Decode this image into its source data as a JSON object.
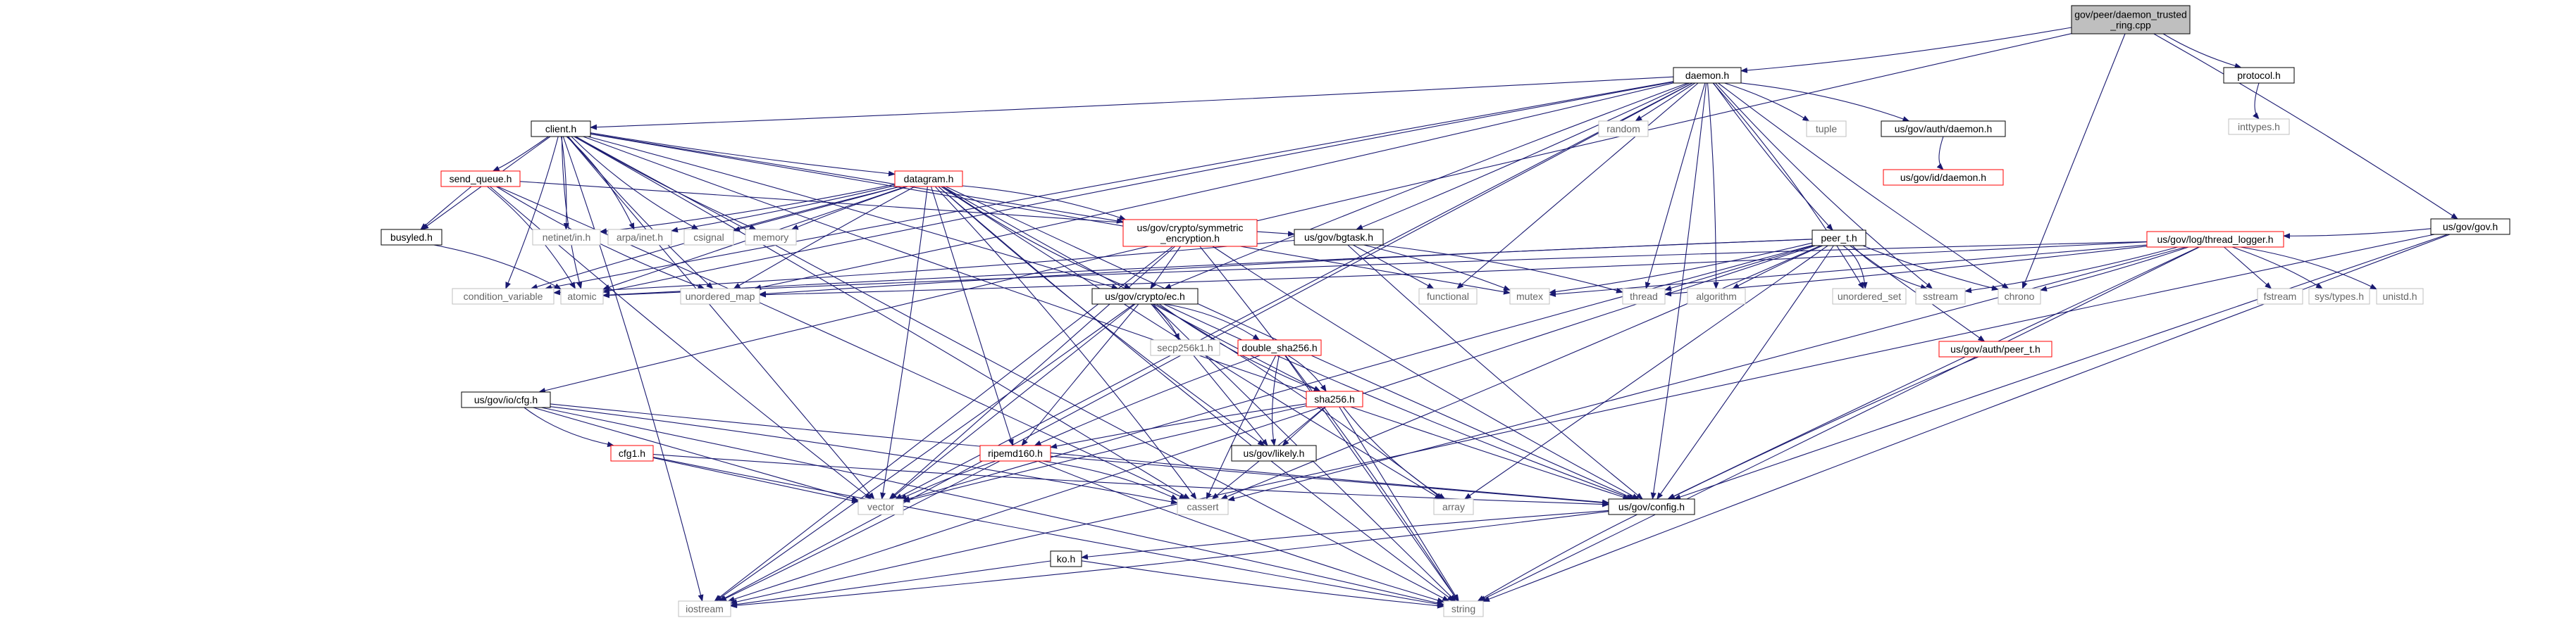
{
  "diagram": {
    "nodes": [
      {
        "id": "root",
        "label": "gov/peer/daemon_trusted\n_ring.cpp",
        "kind": "root"
      },
      {
        "id": "daemon_h",
        "label": "daemon.h",
        "kind": "documented"
      },
      {
        "id": "protocol_h",
        "label": "protocol.h",
        "kind": "documented"
      },
      {
        "id": "inttypes_h",
        "label": "inttypes.h",
        "kind": "system"
      },
      {
        "id": "client_h",
        "label": "client.h",
        "kind": "documented"
      },
      {
        "id": "random",
        "label": "random",
        "kind": "system"
      },
      {
        "id": "tuple",
        "label": "tuple",
        "kind": "system"
      },
      {
        "id": "us_gov_auth_daemon_h",
        "label": "us/gov/auth/daemon.h",
        "kind": "documented"
      },
      {
        "id": "us_gov_id_daemon_h",
        "label": "us/gov/id/daemon.h",
        "kind": "truncated"
      },
      {
        "id": "us_gov_gov_h",
        "label": "us/gov/gov.h",
        "kind": "documented"
      },
      {
        "id": "send_queue_h",
        "label": "send_queue.h",
        "kind": "truncated"
      },
      {
        "id": "datagram_h",
        "label": "datagram.h",
        "kind": "truncated"
      },
      {
        "id": "busyled_h",
        "label": "busyled.h",
        "kind": "documented"
      },
      {
        "id": "netinet_in_h",
        "label": "netinet/in.h",
        "kind": "system"
      },
      {
        "id": "arpa_inet_h",
        "label": "arpa/inet.h",
        "kind": "system"
      },
      {
        "id": "csignal",
        "label": "csignal",
        "kind": "system"
      },
      {
        "id": "memory",
        "label": "memory",
        "kind": "system"
      },
      {
        "id": "sym_enc_h",
        "label": "us/gov/crypto/symmetric\n_encryption.h",
        "kind": "truncated"
      },
      {
        "id": "bgtask_h",
        "label": "us/gov/bgtask.h",
        "kind": "documented"
      },
      {
        "id": "peer_t_h",
        "label": "peer_t.h",
        "kind": "documented"
      },
      {
        "id": "thread_logger_h",
        "label": "us/gov/log/thread_logger.h",
        "kind": "truncated"
      },
      {
        "id": "condition_variable",
        "label": "condition_variable",
        "kind": "system"
      },
      {
        "id": "atomic",
        "label": "atomic",
        "kind": "system"
      },
      {
        "id": "unordered_map",
        "label": "unordered_map",
        "kind": "system"
      },
      {
        "id": "functional",
        "label": "functional",
        "kind": "system"
      },
      {
        "id": "mutex",
        "label": "mutex",
        "kind": "system"
      },
      {
        "id": "thread",
        "label": "thread",
        "kind": "system"
      },
      {
        "id": "algorithm",
        "label": "algorithm",
        "kind": "system"
      },
      {
        "id": "unordered_set",
        "label": "unordered_set",
        "kind": "system"
      },
      {
        "id": "sstream",
        "label": "sstream",
        "kind": "system"
      },
      {
        "id": "chrono",
        "label": "chrono",
        "kind": "system"
      },
      {
        "id": "fstream",
        "label": "fstream",
        "kind": "system"
      },
      {
        "id": "sys_types_h",
        "label": "sys/types.h",
        "kind": "system"
      },
      {
        "id": "unistd_h",
        "label": "unistd.h",
        "kind": "system"
      },
      {
        "id": "ec_h",
        "label": "us/gov/crypto/ec.h",
        "kind": "documented"
      },
      {
        "id": "secp256k1_h",
        "label": "secp256k1.h",
        "kind": "system"
      },
      {
        "id": "double_sha256_h",
        "label": "double_sha256.h",
        "kind": "truncated"
      },
      {
        "id": "us_gov_auth_peer_t_h",
        "label": "us/gov/auth/peer_t.h",
        "kind": "truncated"
      },
      {
        "id": "sha256_h",
        "label": "sha256.h",
        "kind": "truncated"
      },
      {
        "id": "us_gov_io_cfg_h",
        "label": "us/gov/io/cfg.h",
        "kind": "documented"
      },
      {
        "id": "cfg1_h",
        "label": "cfg1.h",
        "kind": "truncated"
      },
      {
        "id": "ripemd160_h",
        "label": "ripemd160.h",
        "kind": "truncated"
      },
      {
        "id": "us_gov_likely_h",
        "label": "us/gov/likely.h",
        "kind": "documented"
      },
      {
        "id": "vector",
        "label": "vector",
        "kind": "system"
      },
      {
        "id": "cassert",
        "label": "cassert",
        "kind": "system"
      },
      {
        "id": "array",
        "label": "array",
        "kind": "system"
      },
      {
        "id": "us_gov_config_h",
        "label": "us/gov/config.h",
        "kind": "documented"
      },
      {
        "id": "ko_h",
        "label": "ko.h",
        "kind": "documented"
      },
      {
        "id": "iostream",
        "label": "iostream",
        "kind": "system"
      },
      {
        "id": "string",
        "label": "string",
        "kind": "system"
      }
    ],
    "edges": [
      [
        "root",
        "daemon_h"
      ],
      [
        "root",
        "protocol_h"
      ],
      [
        "root",
        "chrono"
      ],
      [
        "root",
        "us_gov_gov_h"
      ],
      [
        "root",
        "us_gov_io_cfg_h"
      ],
      [
        "protocol_h",
        "inttypes_h"
      ],
      [
        "daemon_h",
        "client_h"
      ],
      [
        "daemon_h",
        "random"
      ],
      [
        "daemon_h",
        "tuple"
      ],
      [
        "daemon_h",
        "us_gov_auth_daemon_h"
      ],
      [
        "daemon_h",
        "bgtask_h"
      ],
      [
        "daemon_h",
        "peer_t_h"
      ],
      [
        "daemon_h",
        "iostream"
      ],
      [
        "daemon_h",
        "condition_variable"
      ],
      [
        "daemon_h",
        "atomic"
      ],
      [
        "daemon_h",
        "unordered_map"
      ],
      [
        "daemon_h",
        "functional"
      ],
      [
        "daemon_h",
        "thread"
      ],
      [
        "daemon_h",
        "algorithm"
      ],
      [
        "daemon_h",
        "unordered_set"
      ],
      [
        "daemon_h",
        "sstream"
      ],
      [
        "daemon_h",
        "chrono"
      ],
      [
        "daemon_h",
        "vector"
      ],
      [
        "daemon_h",
        "us_gov_config_h"
      ],
      [
        "daemon_h",
        "ec_h"
      ],
      [
        "us_gov_auth_daemon_h",
        "us_gov_id_daemon_h"
      ],
      [
        "us_gov_gov_h",
        "thread_logger_h"
      ],
      [
        "us_gov_gov_h",
        "us_gov_config_h"
      ],
      [
        "us_gov_gov_h",
        "string"
      ],
      [
        "us_gov_gov_h",
        "iostream"
      ],
      [
        "client_h",
        "send_queue_h"
      ],
      [
        "client_h",
        "datagram_h"
      ],
      [
        "client_h",
        "busyled_h"
      ],
      [
        "client_h",
        "netinet_in_h"
      ],
      [
        "client_h",
        "arpa_inet_h"
      ],
      [
        "client_h",
        "csignal"
      ],
      [
        "client_h",
        "memory"
      ],
      [
        "client_h",
        "sym_enc_h"
      ],
      [
        "client_h",
        "ec_h"
      ],
      [
        "client_h",
        "condition_variable"
      ],
      [
        "client_h",
        "atomic"
      ],
      [
        "client_h",
        "unordered_map"
      ],
      [
        "client_h",
        "vector"
      ],
      [
        "client_h",
        "cassert"
      ],
      [
        "client_h",
        "iostream"
      ],
      [
        "client_h",
        "us_gov_config_h"
      ],
      [
        "client_h",
        "string"
      ],
      [
        "client_h",
        "mutex"
      ],
      [
        "send_queue_h",
        "busyled_h"
      ],
      [
        "send_queue_h",
        "atomic"
      ],
      [
        "send_queue_h",
        "unordered_map"
      ],
      [
        "send_queue_h",
        "vector"
      ],
      [
        "send_queue_h",
        "bgtask_h"
      ],
      [
        "send_queue_h",
        "cassert"
      ],
      [
        "busyled_h",
        "atomic"
      ],
      [
        "datagram_h",
        "netinet_in_h"
      ],
      [
        "datagram_h",
        "arpa_inet_h"
      ],
      [
        "datagram_h",
        "csignal"
      ],
      [
        "datagram_h",
        "memory"
      ],
      [
        "datagram_h",
        "sym_enc_h"
      ],
      [
        "datagram_h",
        "ec_h"
      ],
      [
        "datagram_h",
        "sha256_h"
      ],
      [
        "datagram_h",
        "ripemd160_h"
      ],
      [
        "datagram_h",
        "vector"
      ],
      [
        "datagram_h",
        "cassert"
      ],
      [
        "datagram_h",
        "string"
      ],
      [
        "datagram_h",
        "us_gov_config_h"
      ],
      [
        "datagram_h",
        "atomic"
      ],
      [
        "datagram_h",
        "unordered_map"
      ],
      [
        "datagram_h",
        "condition_variable"
      ],
      [
        "datagram_h",
        "us_gov_likely_h"
      ],
      [
        "datagram_h",
        "array"
      ],
      [
        "sym_enc_h",
        "ec_h"
      ],
      [
        "sym_enc_h",
        "iostream"
      ],
      [
        "sym_enc_h",
        "string"
      ],
      [
        "sym_enc_h",
        "us_gov_config_h"
      ],
      [
        "sym_enc_h",
        "vector"
      ],
      [
        "bgtask_h",
        "functional"
      ],
      [
        "bgtask_h",
        "mutex"
      ],
      [
        "bgtask_h",
        "thread"
      ],
      [
        "bgtask_h",
        "condition_variable"
      ],
      [
        "bgtask_h",
        "us_gov_config_h"
      ],
      [
        "peer_t_h",
        "thread"
      ],
      [
        "peer_t_h",
        "algorithm"
      ],
      [
        "peer_t_h",
        "unordered_set"
      ],
      [
        "peer_t_h",
        "sstream"
      ],
      [
        "peer_t_h",
        "chrono"
      ],
      [
        "peer_t_h",
        "us_gov_auth_peer_t_h"
      ],
      [
        "peer_t_h",
        "us_gov_config_h"
      ],
      [
        "peer_t_h",
        "vector"
      ],
      [
        "peer_t_h",
        "cassert"
      ],
      [
        "peer_t_h",
        "array"
      ],
      [
        "peer_t_h",
        "iostream"
      ],
      [
        "peer_t_h",
        "atomic"
      ],
      [
        "peer_t_h",
        "unordered_map"
      ],
      [
        "peer_t_h",
        "mutex"
      ],
      [
        "thread_logger_h",
        "chrono"
      ],
      [
        "thread_logger_h",
        "fstream"
      ],
      [
        "thread_logger_h",
        "sys_types_h"
      ],
      [
        "thread_logger_h",
        "unistd_h"
      ],
      [
        "thread_logger_h",
        "sstream"
      ],
      [
        "thread_logger_h",
        "thread"
      ],
      [
        "thread_logger_h",
        "string"
      ],
      [
        "thread_logger_h",
        "us_gov_config_h"
      ],
      [
        "thread_logger_h",
        "atomic"
      ],
      [
        "thread_logger_h",
        "unordered_map"
      ],
      [
        "thread_logger_h",
        "cassert"
      ],
      [
        "thread_logger_h",
        "mutex"
      ],
      [
        "ec_h",
        "secp256k1_h"
      ],
      [
        "ec_h",
        "double_sha256_h"
      ],
      [
        "ec_h",
        "sha256_h"
      ],
      [
        "ec_h",
        "ripemd160_h"
      ],
      [
        "ec_h",
        "us_gov_likely_h"
      ],
      [
        "ec_h",
        "vector"
      ],
      [
        "ec_h",
        "array"
      ],
      [
        "ec_h",
        "us_gov_config_h"
      ],
      [
        "ec_h",
        "iostream"
      ],
      [
        "ec_h",
        "string"
      ],
      [
        "double_sha256_h",
        "sha256_h"
      ],
      [
        "double_sha256_h",
        "ripemd160_h"
      ],
      [
        "double_sha256_h",
        "us_gov_likely_h"
      ],
      [
        "double_sha256_h",
        "cassert"
      ],
      [
        "double_sha256_h",
        "string"
      ],
      [
        "sha256_h",
        "ripemd160_h"
      ],
      [
        "sha256_h",
        "us_gov_likely_h"
      ],
      [
        "sha256_h",
        "array"
      ],
      [
        "sha256_h",
        "cassert"
      ],
      [
        "sha256_h",
        "string"
      ],
      [
        "sha256_h",
        "vector"
      ],
      [
        "us_gov_auth_peer_t_h",
        "us_gov_config_h"
      ],
      [
        "us_gov_io_cfg_h",
        "cfg1_h"
      ],
      [
        "us_gov_io_cfg_h",
        "us_gov_config_h"
      ],
      [
        "us_gov_io_cfg_h",
        "vector"
      ],
      [
        "us_gov_io_cfg_h",
        "string"
      ],
      [
        "us_gov_io_cfg_h",
        "cassert"
      ],
      [
        "cfg1_h",
        "us_gov_config_h"
      ],
      [
        "cfg1_h",
        "string"
      ],
      [
        "cfg1_h",
        "vector"
      ],
      [
        "ripemd160_h",
        "vector"
      ],
      [
        "ripemd160_h",
        "cassert"
      ],
      [
        "ripemd160_h",
        "string"
      ],
      [
        "ripemd160_h",
        "iostream"
      ],
      [
        "ripemd160_h",
        "us_gov_config_h"
      ],
      [
        "us_gov_config_h",
        "ko_h"
      ],
      [
        "us_gov_config_h",
        "string"
      ],
      [
        "us_gov_config_h",
        "iostream"
      ],
      [
        "ko_h",
        "string"
      ],
      [
        "ko_h",
        "iostream"
      ]
    ]
  },
  "colors": {
    "edge": "#191970",
    "box_border": "#000000",
    "truncated_border": "#ff0000",
    "system_border": "#bfbfbf",
    "root_fill": "#bfbfbf",
    "text": "#000000",
    "system_text": "#666666"
  }
}
